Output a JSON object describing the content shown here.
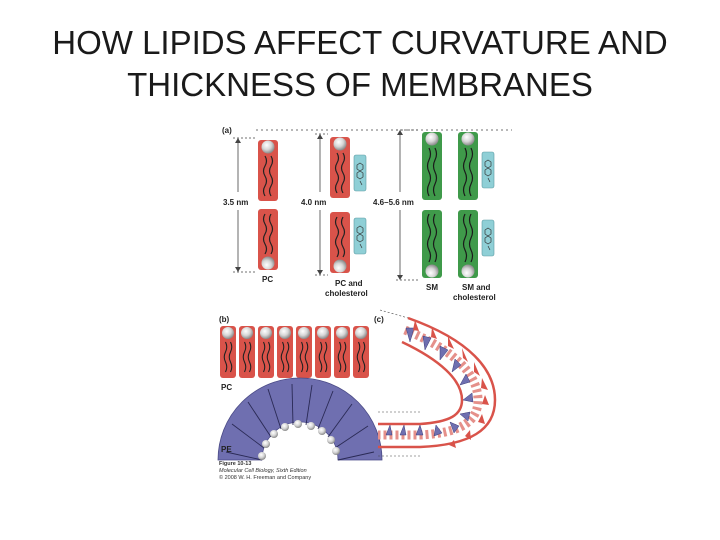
{
  "slide": {
    "title_line1": "HOW LIPIDS AFFECT CURVATURE AND",
    "title_line2": "THICKNESS OF MEMBRANES"
  },
  "figure": {
    "panel_a": {
      "label": "(a)",
      "dim_pc": "3.5 nm",
      "dim_pc_chol": "4.0 nm",
      "dim_sm": "4.6–5.6 nm",
      "caption_pc": "PC",
      "caption_pc_chol_1": "PC and",
      "caption_pc_chol_2": "cholesterol",
      "caption_sm": "SM",
      "caption_sm_chol_1": "SM and",
      "caption_sm_chol_2": "cholesterol"
    },
    "panel_b": {
      "label": "(b)",
      "caption_pc": "PC",
      "caption_pe": "PE"
    },
    "panel_c": {
      "label": "(c)"
    },
    "credit_1": "Figure 10-13",
    "credit_2": "Molecular Cell Biology, Sixth Edition",
    "credit_3": "© 2008 W. H. Freeman and Company",
    "colors": {
      "pc_red": "#d9534a",
      "sm_green": "#3f9a4a",
      "cholesterol_teal": "#8fcfd6",
      "pe_purple": "#6f6fb0"
    }
  }
}
